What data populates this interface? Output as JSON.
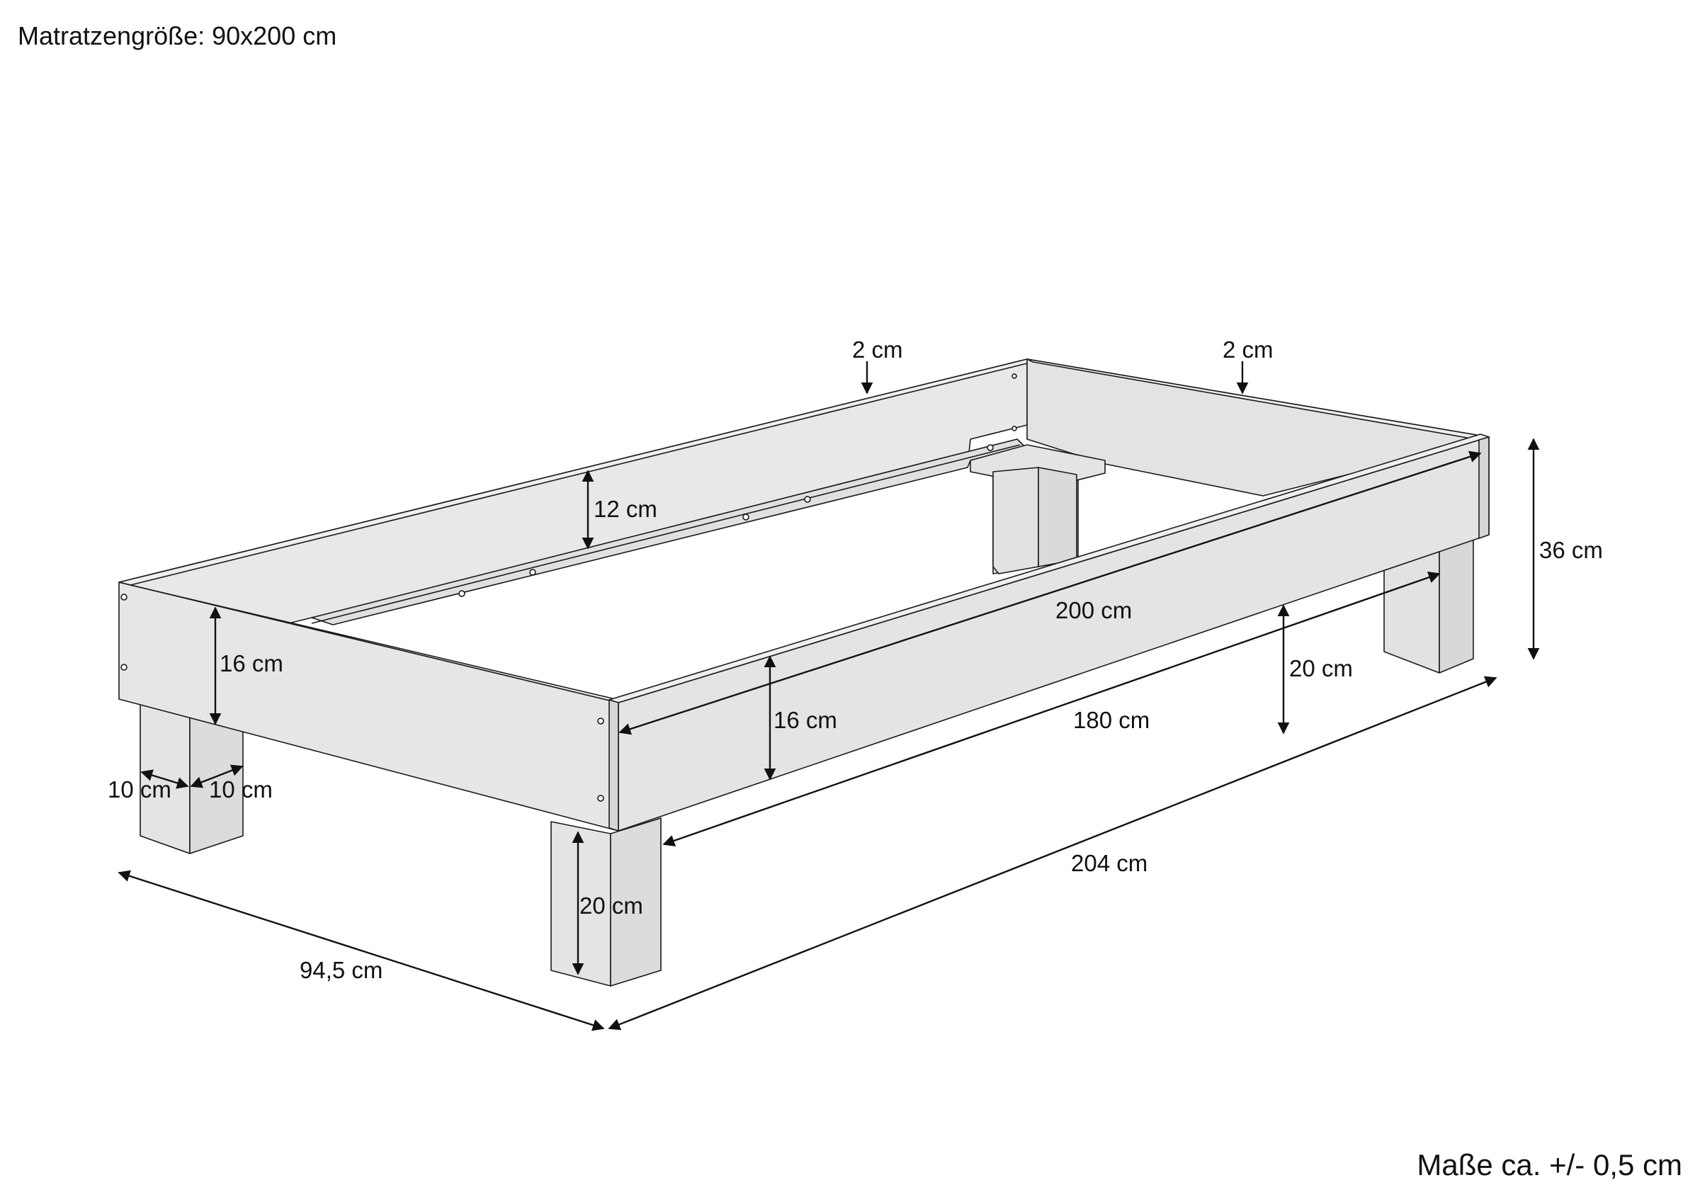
{
  "title": "Matratzengröße: 90x200 cm",
  "footnote": "Maße ca. +/- 0,5 cm",
  "colors": {
    "panel_fill": "#e6e6e6",
    "panel_shade": "#dcdcdc",
    "leg_fill": "#e2e2e2",
    "stroke": "#1a1a1a",
    "background": "#ffffff"
  },
  "dimensions": {
    "top_panel_thickness_left": "2 cm",
    "top_panel_thickness_right": "2 cm",
    "inner_rail_height": "12 cm",
    "overall_height": "36 cm",
    "inner_length": "200 cm",
    "headboard_height": "16 cm",
    "side_panel_height": "16 cm",
    "leg_clearance_right": "20 cm",
    "side_length": "180 cm",
    "leg_width_a": "10 cm",
    "leg_width_b": "10 cm",
    "overall_length": "204 cm",
    "front_leg_height": "20 cm",
    "overall_width": "94,5 cm"
  }
}
